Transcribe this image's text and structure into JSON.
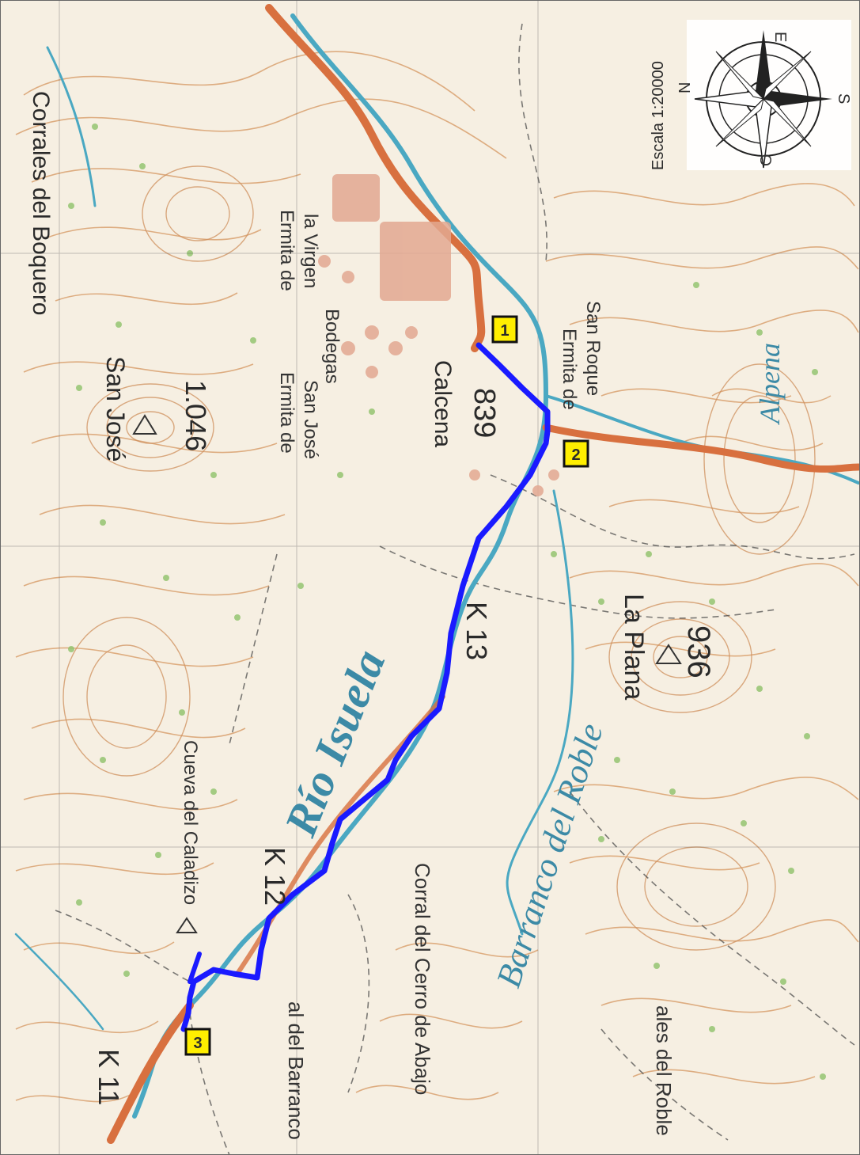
{
  "map": {
    "scale_label": "Escala 1:20000",
    "compass": {
      "n": "N",
      "e": "E",
      "s": "S",
      "o": "O"
    },
    "waypoints": [
      {
        "label": "1"
      },
      {
        "label": "2"
      },
      {
        "label": "3"
      }
    ],
    "places": {
      "corrales": "Corrales del Boquero",
      "san_jose": "San José",
      "san_jose_elev": "1.046",
      "ermita_virgen_1": "Ermita de",
      "ermita_virgen_2": "la Virgen",
      "ermita_sanjose_1": "Ermita de",
      "ermita_sanjose_2": "San José",
      "bodegas": "Bodegas",
      "calcena": "Calcena",
      "calcena_elev": "839",
      "ermita_sanroque_1": "Ermita de",
      "ermita_sanroque_2": "San Roque",
      "alpena": "Alpena",
      "la_plana": "La Plana",
      "la_plana_elev": "936",
      "rio_isuela": "Río Isuela",
      "barranco_roble": "Barranco del Roble",
      "corral_cerro": "Corral del Cerro de Abajo",
      "cueva_caladizo": "Cueva del Caladizo",
      "del_barranco": "al del Barranco",
      "ales_roble": "ales del Roble",
      "k11": "K 11",
      "k12": "K 12",
      "k13": "K 13"
    },
    "colors": {
      "paper": "#f6efe2",
      "contour": "#d9a16f",
      "road": "#d8703f",
      "river": "#4aa8c2",
      "route": "#1a1aff",
      "marker_fill": "#ffee00",
      "grid": "#5a5a5a"
    }
  }
}
